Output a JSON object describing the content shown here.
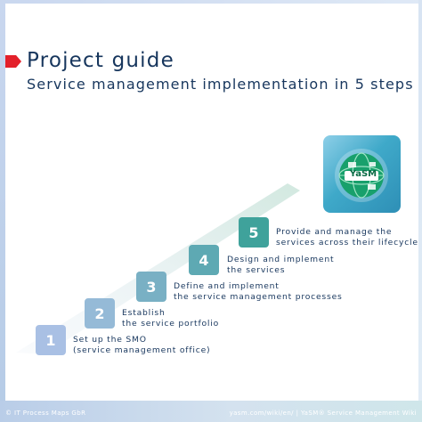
{
  "header": {
    "title": "Project guide",
    "subtitle": "Service management implementation in 5 steps",
    "marker_color": "#e3202a",
    "text_color": "#17365d"
  },
  "logo": {
    "text": "YaSM"
  },
  "steps": [
    {
      "number": "1",
      "line1": "Set up the SMO",
      "line2": "(service management office)",
      "color": "#a9c0e4"
    },
    {
      "number": "2",
      "line1": "Establish",
      "line2": "the service portfolio",
      "color": "#95bad7"
    },
    {
      "number": "3",
      "line1": "Define and implement",
      "line2": "the service management processes",
      "color": "#79b0c4"
    },
    {
      "number": "4",
      "line1": "Design and implement",
      "line2": "the services",
      "color": "#5ea9b3"
    },
    {
      "number": "5",
      "line1": "Provide and manage the",
      "line2": "services across their lifecycle",
      "color": "#3fa29b"
    }
  ],
  "footer": {
    "left": "© IT Process Maps GbR",
    "right": "yasm.com/wiki/en/ | YaSM® Service Management Wiki"
  }
}
